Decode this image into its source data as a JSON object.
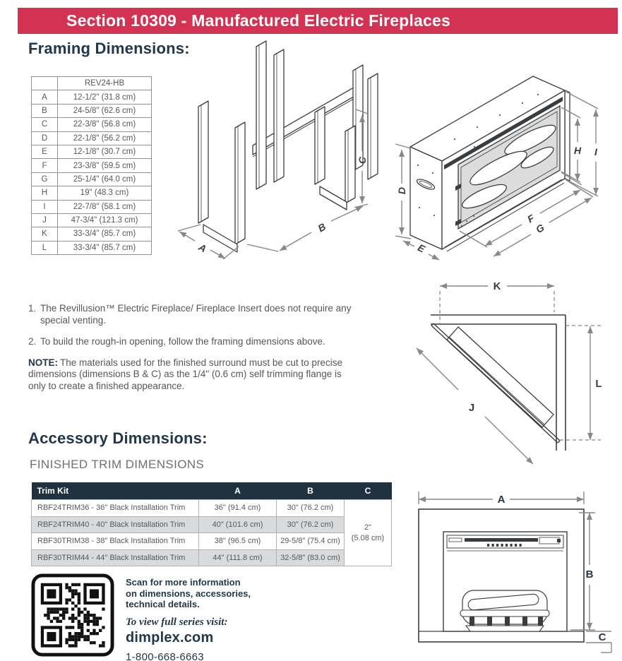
{
  "banner": {
    "title": "Section 10309 - Manufactured Electric Fireplaces"
  },
  "framing": {
    "heading": "Framing Dimensions:",
    "table": {
      "model_header": "REV24-HB",
      "rows": [
        {
          "k": "A",
          "v": "12-1/2\" (31.8 cm)"
        },
        {
          "k": "B",
          "v": "24-5/8\" (62.6 cm)"
        },
        {
          "k": "C",
          "v": "22-3/8\" (56.8 cm)"
        },
        {
          "k": "D",
          "v": "22-1/8\" (56.2 cm)"
        },
        {
          "k": "E",
          "v": "12-1/8\" (30.7 cm)"
        },
        {
          "k": "F",
          "v": "23-3/8\" (59.5 cm)"
        },
        {
          "k": "G",
          "v": "25-1/4\" (64.0 cm)"
        },
        {
          "k": "H",
          "v": "19\" (48.3 cm)"
        },
        {
          "k": "I",
          "v": "22-7/8\" (58.1 cm)"
        },
        {
          "k": "J",
          "v": "47-3/4\" (121.3 cm)"
        },
        {
          "k": "K",
          "v": "33-3/4\" (85.7 cm)"
        },
        {
          "k": "L",
          "v": "33-3/4\" (85.7 cm)"
        }
      ]
    },
    "frame_labels": {
      "a": "A",
      "b": "B",
      "c": "C"
    },
    "insert_labels": {
      "d": "D",
      "e": "E",
      "f": "F",
      "g": "G",
      "h": "H",
      "i": "I"
    }
  },
  "notes": {
    "item1_num": "1.",
    "item1": "The Revillusion™ Electric Fireplace/ Fireplace Insert does not require any special venting.",
    "item2_num": "2.",
    "item2": "To build the rough-in opening, follow the framing dimensions above.",
    "note_label": "NOTE:",
    "note_text": "The materials used for the finished surround must be cut to precise dimensions (dimensions B & C) as the 1/4\" (0.6 cm) self trimming flange is only to create a finished appearance."
  },
  "corner_labels": {
    "k": "K",
    "l": "L",
    "j": "J"
  },
  "accessory": {
    "heading": "Accessory Dimensions:",
    "subheading": "FINISHED TRIM DIMENSIONS",
    "trim_table": {
      "headers": [
        "Trim Kit",
        "A",
        "B",
        "C"
      ],
      "rows": [
        {
          "name": "RBF24TRIM36 - 36\" Black Installation Trim",
          "a": "36\" (91.4 cm)",
          "b": "30\" (76.2 cm)"
        },
        {
          "name": "RBF24TRIM40 - 40\" Black Installation Trim",
          "a": "40\" (101.6 cm)",
          "b": "30\" (76.2 cm)"
        },
        {
          "name": "RBF30TRIM38 - 38\" Black Installation Trim",
          "a": "38\" (96.5 cm)",
          "b": "29-5/8\" (75.4 cm)"
        },
        {
          "name": "RBF30TRIM44 - 44\" Black Installation Trim",
          "a": "44\" (111.8 cm)",
          "b": "32-5/8\" (83.0 cm)"
        }
      ],
      "c_line1": "2\"",
      "c_line2": "(5.08 cm)"
    }
  },
  "front_labels": {
    "a": "A",
    "b": "B",
    "c": "C"
  },
  "footer": {
    "scan_line1": "Scan for more information",
    "scan_line2": "on dimensions, accessories,",
    "scan_line3": "technical details.",
    "visit": "To view full series visit:",
    "website": "dimplex.com",
    "phone": "1-800-668-6663"
  },
  "colors": {
    "banner_red": "#d43253",
    "heading_navy": "#22384a",
    "table_header_bg": "#203140",
    "body_gray": "#54585c",
    "row_alt": "#d9dadb"
  }
}
